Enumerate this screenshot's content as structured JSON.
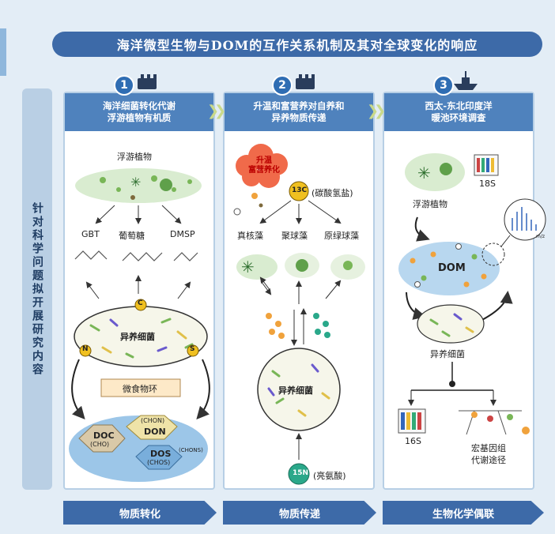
{
  "title": "海洋微型生物与DOM的互作关系机制及其对全球变化的响应",
  "side_label": "针对科学问题拟开展研究内容",
  "panels": [
    {
      "number": "1",
      "header": "海洋细菌转化代谢\n浮游植物有机质",
      "phytoplankton": "浮游植物",
      "gbt": "GBT",
      "glucose": "葡萄糖",
      "dmsp": "DMSP",
      "bacteria": "异养细菌",
      "food_web": "微食物环",
      "c_label": "C",
      "n_label": "N",
      "s_label": "S",
      "doc": "DOC",
      "doc_sub": "(CHO)",
      "don": "DON",
      "don_sub": "(CHON)",
      "dos": "DOS",
      "dos_sub": "(CHOS)",
      "chons": "(CHONS)"
    },
    {
      "number": "2",
      "header": "升温和富营养对自养和\n异养物质传递",
      "cloud": "升温\n富营养化",
      "c13": "13C",
      "bicarbonate": "(碳酸氢盐)",
      "eukaryote": "真核藻",
      "synechococcus": "聚球藻",
      "prochlorococcus": "原绿球藻",
      "bacteria": "异养细菌",
      "n15": "15N",
      "leucine": "(亮氨酸)"
    },
    {
      "number": "3",
      "header": "西太-东北印度洋\n暖池环境调查",
      "rna18s": "18S",
      "phytoplankton": "浮游植物",
      "dom": "DOM",
      "bacteria": "异养细菌",
      "rna16s": "16S",
      "metagenome": "宏基因组\n代谢途径",
      "ms_tag": "m/z"
    }
  ],
  "footer": [
    "物质转化",
    "物质传递",
    "生物化学偶联"
  ],
  "colors": {
    "accent": "#3d6aa8",
    "header": "#4f82bd",
    "cell_green": "#79b657",
    "dom_blue": "#8fbce0",
    "orange": "#f0a23c"
  }
}
